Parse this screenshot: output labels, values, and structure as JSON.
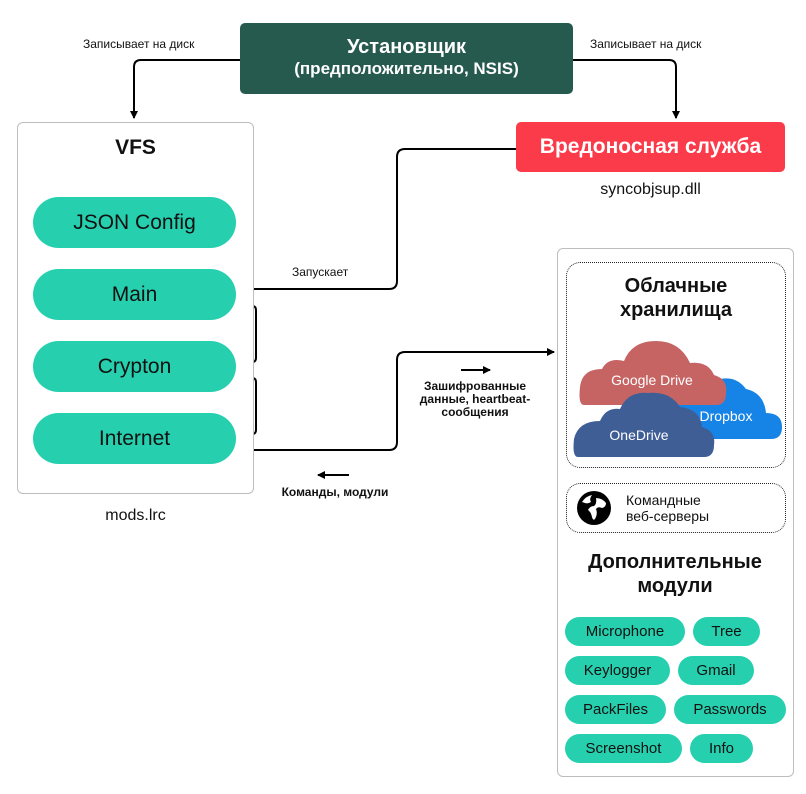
{
  "installer": {
    "title": "Установщик",
    "subtitle": "(предположительно, NSIS)",
    "color": "#275a4f"
  },
  "edges": {
    "installer_to_vfs": "Записывает на диск",
    "installer_to_service": "Записывает на диск",
    "service_to_main": "Запускает",
    "outgoing": "Зашифрованные данные, heartbeat-сообщения",
    "outgoing_lines": [
      "Зашифрованные",
      "данные, heartbeat-",
      "сообщения"
    ],
    "incoming": "Команды, модули"
  },
  "malicious_service": {
    "title": "Вредоносная служба",
    "file": "syncobjsup.dll",
    "color": "#fb3a4a"
  },
  "vfs": {
    "title": "VFS",
    "file": "mods.lrc",
    "modules": [
      "JSON Config",
      "Main",
      "Crypton",
      "Internet"
    ],
    "module_color": "#26d0ae"
  },
  "cloud_storage": {
    "title_lines": [
      "Облачные",
      "хранилища"
    ],
    "services": [
      {
        "name": "Google Drive",
        "color": "#c66464"
      },
      {
        "name": "Dropbox",
        "color": "#1683e6"
      },
      {
        "name": "OneDrive",
        "color": "#3f5e96"
      }
    ]
  },
  "c2": {
    "icon": "globe-icon",
    "label_lines": [
      "Командные",
      "веб-серверы"
    ]
  },
  "additional_modules": {
    "title_lines": [
      "Дополнительные",
      "модули"
    ],
    "modules": [
      "Microphone",
      "Tree",
      "Keylogger",
      "Gmail",
      "PackFiles",
      "Passwords",
      "Screenshot",
      "Info"
    ]
  }
}
